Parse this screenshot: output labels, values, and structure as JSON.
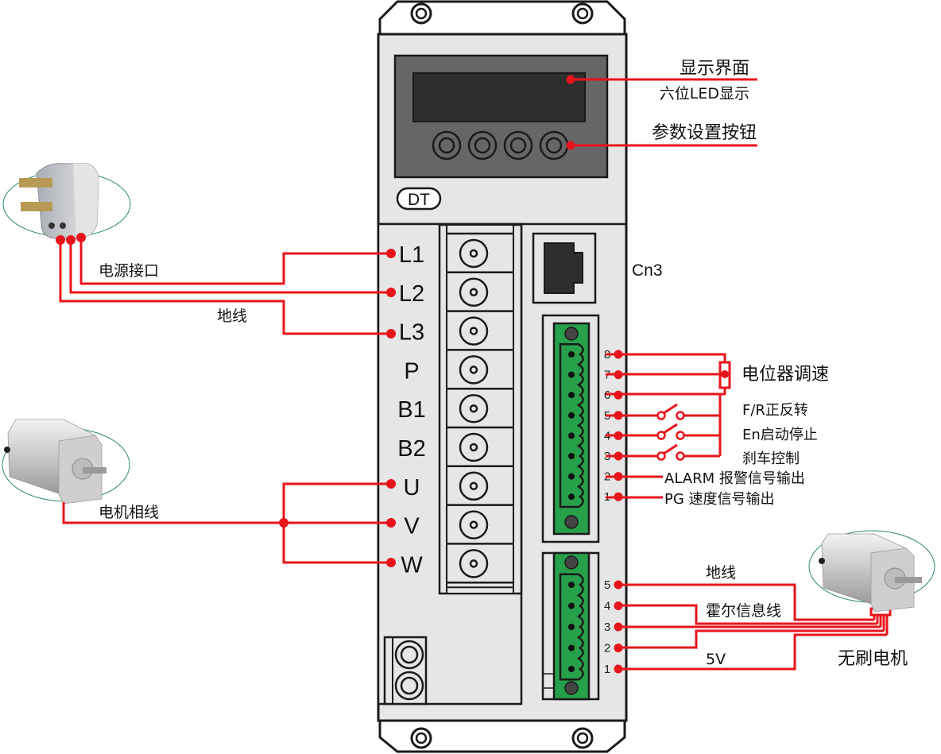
{
  "device": {
    "logo": "DT",
    "display_label": "显示界面",
    "display_sublabel": "六位LED显示",
    "buttons_label": "参数设置按钮",
    "rj45_label": "Cn3"
  },
  "power_terminals": [
    "L1",
    "L2",
    "L3",
    "P",
    "B1",
    "B2",
    "U",
    "V",
    "W"
  ],
  "power_plug": {
    "supply_label": "电源接口",
    "ground_label": "地线"
  },
  "phase_motor": {
    "label": "电机相线"
  },
  "control_connector": {
    "pins": [
      "8",
      "7",
      "6",
      "5",
      "4",
      "3",
      "2",
      "1"
    ],
    "potentiometer_label": "电位器调速",
    "switch_labels": [
      "F/R正反转",
      "En启动停止",
      "刹车控制"
    ],
    "alarm_label": "ALARM 报警信号输出",
    "pg_label": "PG 速度信号输出"
  },
  "hall_connector": {
    "pins": [
      "5",
      "4",
      "3",
      "2",
      "1"
    ],
    "ground_label": "地线",
    "hall_label": "霍尔信息线",
    "power_label": "5V",
    "motor_label": "无刷电机"
  },
  "colors": {
    "wire": "#e8141c",
    "panel": "#e6e6e6",
    "display_bezel": "#666666",
    "screen": "#2e2e2e",
    "connector_green": "#27a04a"
  }
}
